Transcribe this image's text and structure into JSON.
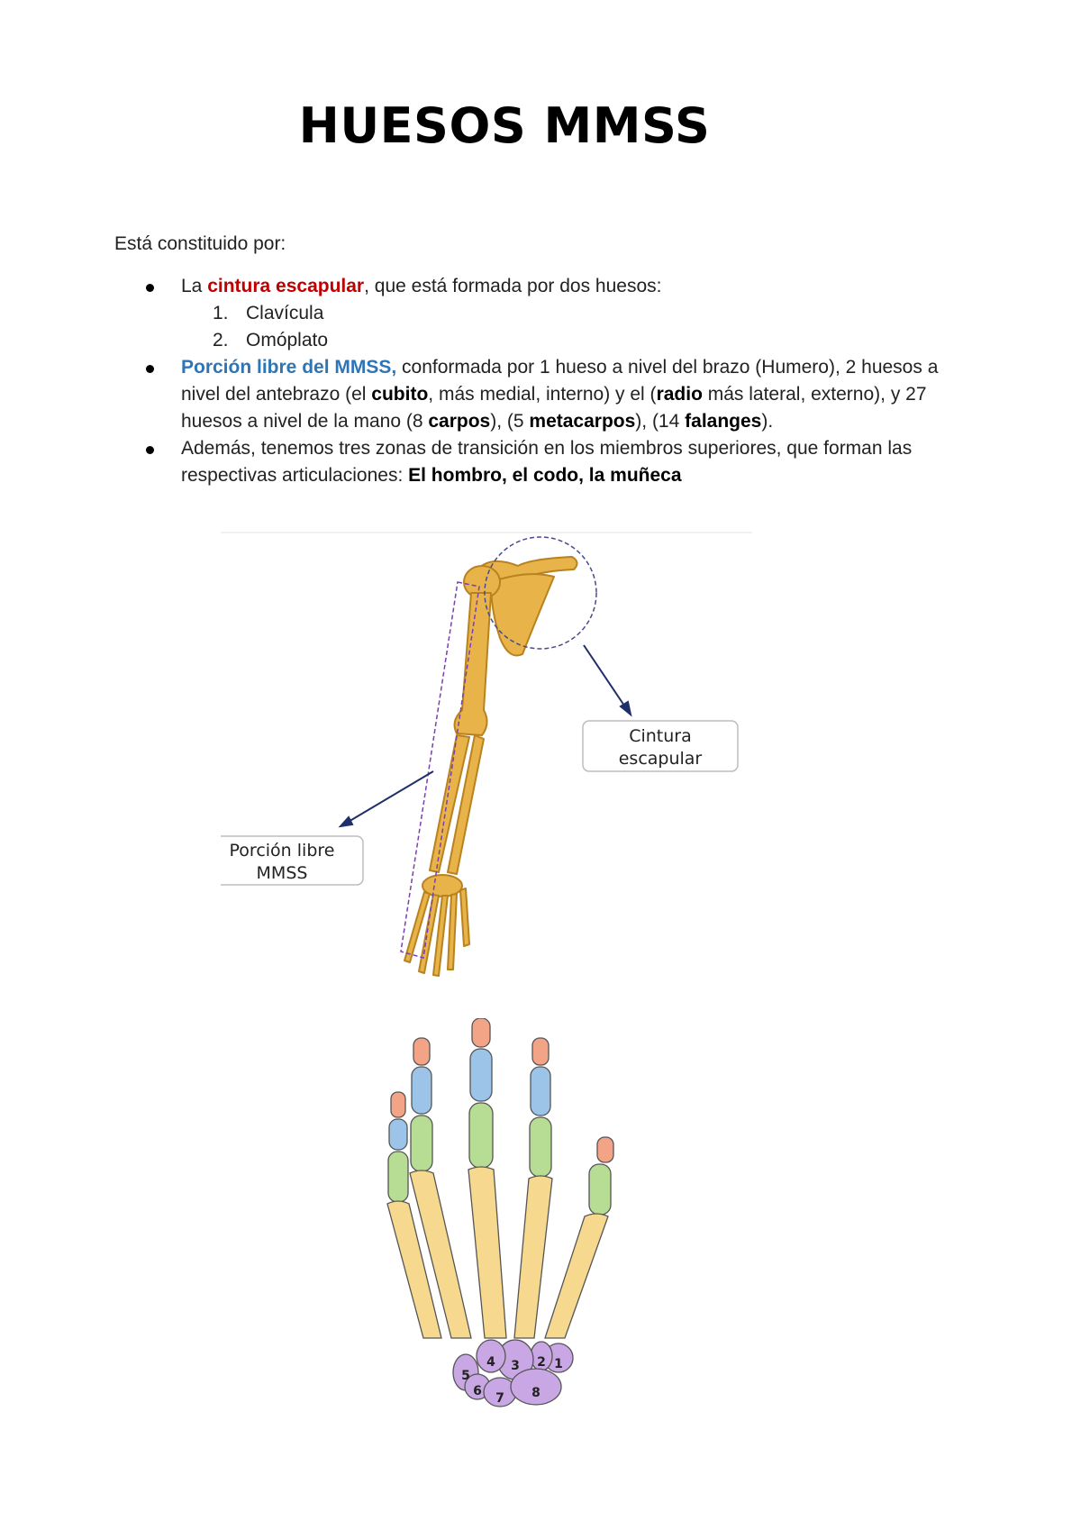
{
  "title": "HUESOS MMSS",
  "intro": "Está constituido por:",
  "bullet1": {
    "pre": "La ",
    "highlight": "cintura escapular",
    "post": ", que está formada por dos huesos:",
    "sub": [
      {
        "num": "1.",
        "text": "Clavícula"
      },
      {
        "num": "2.",
        "text": "Omóplato"
      }
    ]
  },
  "bullet2": {
    "highlight": "Porción libre del MMSS,",
    "t1": " conformada por 1 hueso a nivel del brazo (Humero), 2 huesos a nivel del antebrazo (el ",
    "b1": "cubito",
    "t2": ", más medial, interno) y el (",
    "b2": "radio",
    "t3": " más lateral, externo), y 27 huesos a nivel de la mano (8 ",
    "b3": "carpos",
    "t4": "), (5 ",
    "b4": "metacarpos",
    "t5": "), (14 ",
    "b5": "falanges",
    "t6": ")."
  },
  "bullet3": {
    "text": "Además, tenemos tres zonas de transición en los miembros superiores, que forman las respectivas articulaciones: ",
    "bold": "El hombro, el codo, la muñeca"
  },
  "figure1": {
    "label_cintura_1": "Cintura",
    "label_cintura_2": "escapular",
    "label_porcion_1": "Porción libre",
    "label_porcion_2": "MMSS",
    "bone_color": "#e8b44a"
  },
  "figure2": {
    "carpal_numbers": [
      "1",
      "2",
      "3",
      "4",
      "5",
      "6",
      "7",
      "8"
    ],
    "colors": {
      "distal": "#f4a486",
      "middle": "#9cc4e8",
      "proximal": "#b7dd94",
      "metacarpal": "#f6d98e",
      "carpal": "#c9a6e4"
    }
  }
}
